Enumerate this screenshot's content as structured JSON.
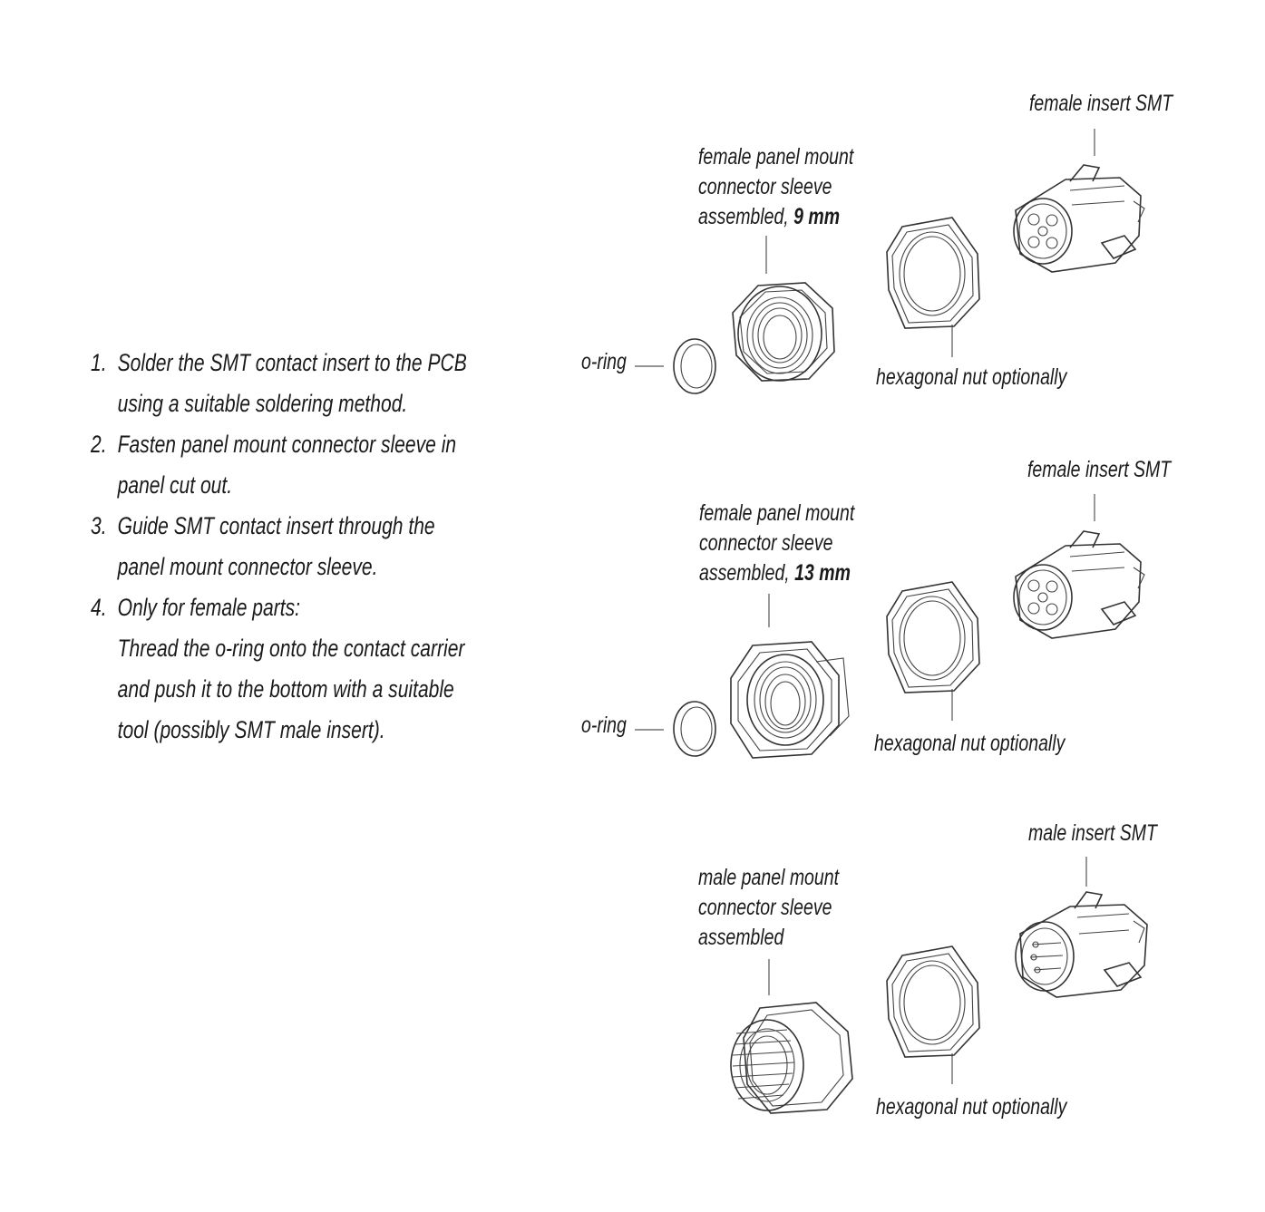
{
  "steps": [
    {
      "num": "1.",
      "lines": [
        "Solder the SMT contact insert to the PCB",
        "using a suitable soldering method."
      ]
    },
    {
      "num": "2.",
      "lines": [
        "Fasten panel mount connector sleeve in",
        "panel cut out."
      ]
    },
    {
      "num": "3.",
      "lines": [
        "Guide SMT contact insert through the",
        "panel mount connector sleeve."
      ]
    },
    {
      "num": "4.",
      "lines": [
        "Only for female parts:",
        "Thread the o-ring onto the contact carrier",
        "and push it to the bottom with a suitable",
        "tool (possibly SMT male insert)."
      ]
    }
  ],
  "assemblies": [
    {
      "insert_label": "female insert SMT",
      "sleeve_label": [
        "female panel mount",
        "connector sleeve",
        "assembled, "
      ],
      "sleeve_size": "9 mm",
      "oring_label": "o-ring",
      "nut_label": "hexagonal nut optionally"
    },
    {
      "insert_label": "female insert SMT",
      "sleeve_label": [
        "female panel mount",
        "connector sleeve",
        "assembled, "
      ],
      "sleeve_size": "13 mm",
      "oring_label": "o-ring",
      "nut_label": "hexagonal nut optionally"
    },
    {
      "insert_label": "male insert SMT",
      "sleeve_label": [
        "male panel mount",
        "connector sleeve",
        "assembled"
      ],
      "nut_label": "hexagonal nut optionally"
    }
  ]
}
